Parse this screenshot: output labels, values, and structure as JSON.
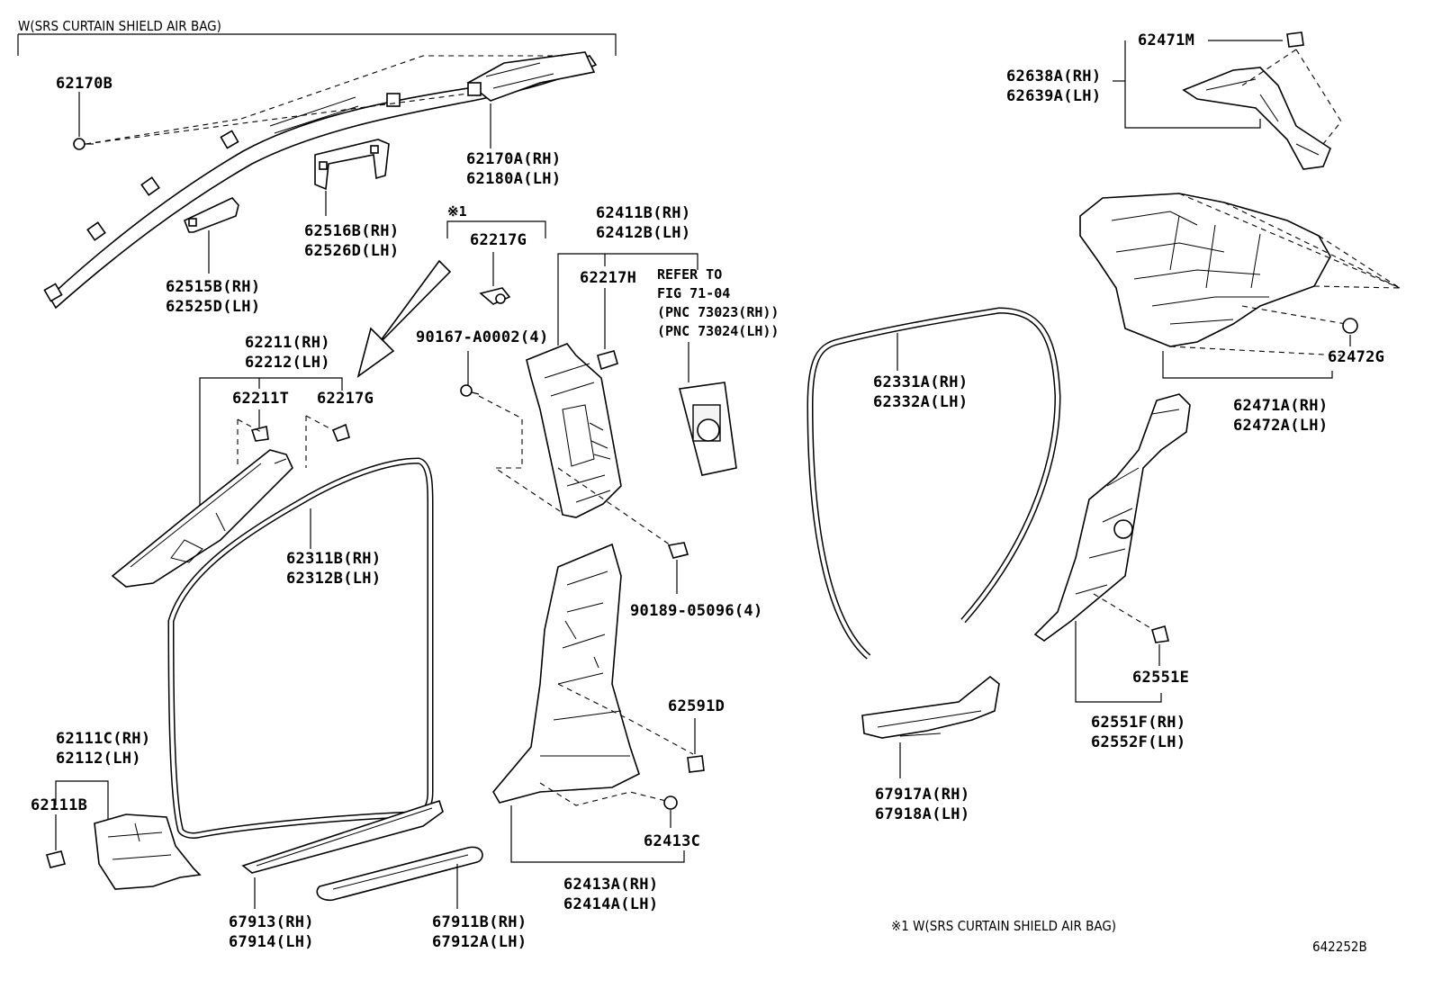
{
  "header": {
    "left_title": "W(SRS CURTAIN SHIELD AIR BAG)",
    "footnote_marker": "※1",
    "footnote": "※1 W(SRS CURTAIN SHIELD AIR BAG)",
    "figure_number": "642252B"
  },
  "refer_note": {
    "line1": "REFER TO",
    "line2": "FIG 71-04",
    "line3": "(PNC 73023(RH))",
    "line4": "(PNC 73024(LH))"
  },
  "labels": {
    "p62170B": "62170B",
    "p62170A": "62170A(RH)",
    "p62180A": "62180A(LH)",
    "p62516B": "62516B(RH)",
    "p62526D": "62526D(LH)",
    "p62515B": "62515B(RH)",
    "p62525D": "62525D(LH)",
    "p62217G_a": "62217G",
    "p62411B": "62411B(RH)",
    "p62412B": "62412B(LH)",
    "p62217H": "62217H",
    "p90167": "90167-A0002(4)",
    "p62211": "62211(RH)",
    "p62212": "62212(LH)",
    "p62211T": "62211T",
    "p62217G_b": "62217G",
    "p62311B": "62311B(RH)",
    "p62312B": "62312B(LH)",
    "p90189": "90189-05096(4)",
    "p62591D": "62591D",
    "p62111C": "62111C(RH)",
    "p62112": "62112(LH)",
    "p62111B": "62111B",
    "p62413C": "62413C",
    "p62413A": "62413A(RH)",
    "p62414A": "62414A(LH)",
    "p67913": "67913(RH)",
    "p67914": "67914(LH)",
    "p67911B": "67911B(RH)",
    "p67912A": "67912A(LH)",
    "p62331A": "62331A(RH)",
    "p62332A": "62332A(LH)",
    "p62471M": "62471M",
    "p62638A": "62638A(RH)",
    "p62639A": "62639A(LH)",
    "p62472G": "62472G",
    "p62471A": "62471A(RH)",
    "p62472A": "62472A(LH)",
    "p62551E": "62551E",
    "p62551F": "62551F(RH)",
    "p62552F": "62552F(LH)",
    "p67917A": "67917A(RH)",
    "p67918A": "67918A(LH)"
  }
}
